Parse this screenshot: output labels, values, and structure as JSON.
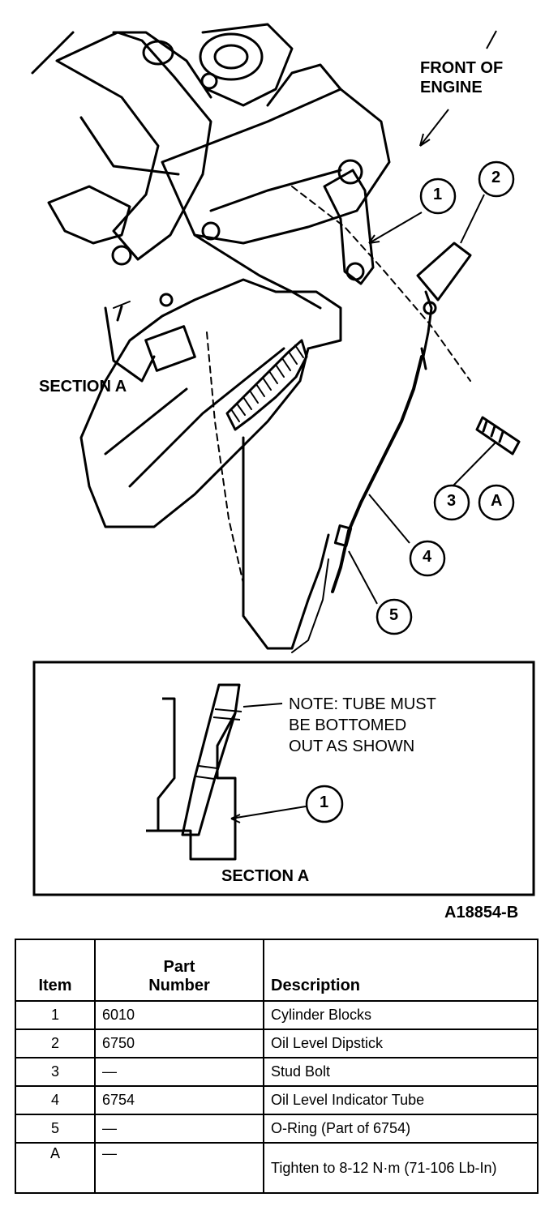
{
  "diagram": {
    "front_label_line1": "FRONT OF",
    "front_label_line2": "ENGINE",
    "section_a_label": "SECTION A",
    "callouts": [
      "1",
      "2",
      "3",
      "A",
      "4",
      "5"
    ],
    "inset": {
      "note_line1": "NOTE: TUBE MUST",
      "note_line2": "BE BOTTOMED",
      "note_line3": "OUT AS SHOWN",
      "callout": "1",
      "title": "SECTION A"
    },
    "figure_id": "A18854-B"
  },
  "parts_table": {
    "headers": {
      "item": "Item",
      "part_number_line1": "Part",
      "part_number_line2": "Number",
      "description": "Description"
    },
    "rows": [
      {
        "item": "1",
        "part_number": "6010",
        "description": "Cylinder Blocks"
      },
      {
        "item": "2",
        "part_number": "6750",
        "description": "Oil Level Dipstick"
      },
      {
        "item": "3",
        "part_number": "—",
        "description": "Stud Bolt"
      },
      {
        "item": "4",
        "part_number": "6754",
        "description": "Oil Level Indicator Tube"
      },
      {
        "item": "5",
        "part_number": "—",
        "description": "O-Ring (Part of 6754)"
      },
      {
        "item": "A",
        "part_number": "—",
        "description": "Tighten to 8-12 N·m (71-106 Lb-In)"
      }
    ]
  }
}
